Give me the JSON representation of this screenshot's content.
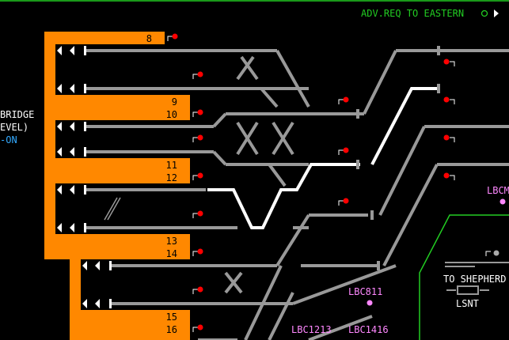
{
  "header": {
    "adv_req_label": "ADV.REQ TO EASTERN",
    "adv_req_indicator_icon": "ring-icon",
    "adv_req_arrow_icon": "triangle-right-icon"
  },
  "left_panel": {
    "line1": "BRIDGE",
    "line2": "EVEL)",
    "line3": "-ON"
  },
  "platforms": {
    "p8": "8",
    "p9": "9",
    "p10": "10",
    "p11": "11",
    "p12": "12",
    "p13": "13",
    "p14": "14",
    "p15": "15",
    "p16": "16"
  },
  "routes": {
    "lbc811": "LBC811",
    "lbc1213": "LBC1213",
    "lbc1416": "LBC1416",
    "lbc_right": "LBCM"
  },
  "region": {
    "to_shepherds": "TO SHEPHERD",
    "lsnt": "LSNT"
  },
  "colors": {
    "platform": "#ff8800",
    "track": "#999999",
    "route_set": "#ffffff",
    "signal_red": "#ff0000",
    "label_green": "#22cc22",
    "label_pink": "#ff88ff",
    "label_cyan": "#33aaff"
  }
}
